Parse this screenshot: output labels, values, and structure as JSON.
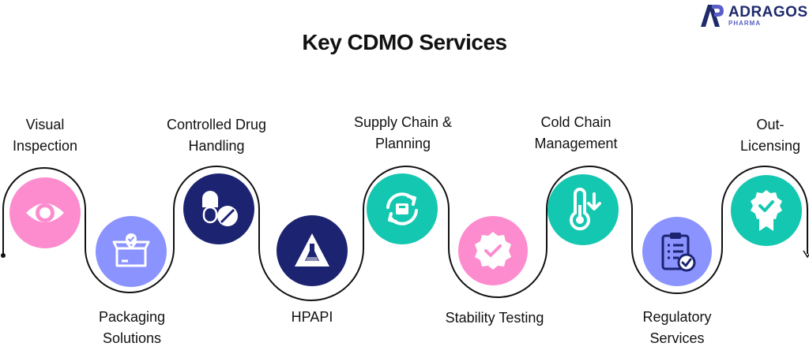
{
  "title": "Key CDMO Services",
  "brand": {
    "name": "ADRAGOS",
    "sub": "PHARMA"
  },
  "colors": {
    "pink": "#fd8ccf",
    "periwinkle": "#8b93ff",
    "navy": "#1c2371",
    "teal": "#14c7b0",
    "line": "#111111",
    "brand": "#1f2a6b"
  },
  "services": [
    {
      "label": "Visual\nInspection",
      "icon": "eye-icon",
      "color": "pink"
    },
    {
      "label": "Packaging\nSolutions",
      "icon": "package-check-icon",
      "color": "periwinkle"
    },
    {
      "label": "Controlled Drug\nHandling",
      "icon": "pills-icon",
      "color": "navy"
    },
    {
      "label": "HPAPI",
      "icon": "hazard-flask-icon",
      "color": "navy"
    },
    {
      "label": "Supply Chain &\nPlanning",
      "icon": "refresh-box-icon",
      "color": "teal"
    },
    {
      "label": "Stability Testing",
      "icon": "badge-check-icon",
      "color": "pink"
    },
    {
      "label": "Cold Chain\nManagement",
      "icon": "thermometer-down-icon",
      "color": "teal"
    },
    {
      "label": "Regulatory\nServices",
      "icon": "clipboard-check-icon",
      "color": "periwinkle"
    },
    {
      "label": "Out-\nLicensing",
      "icon": "award-ribbon-icon",
      "color": "teal"
    }
  ]
}
